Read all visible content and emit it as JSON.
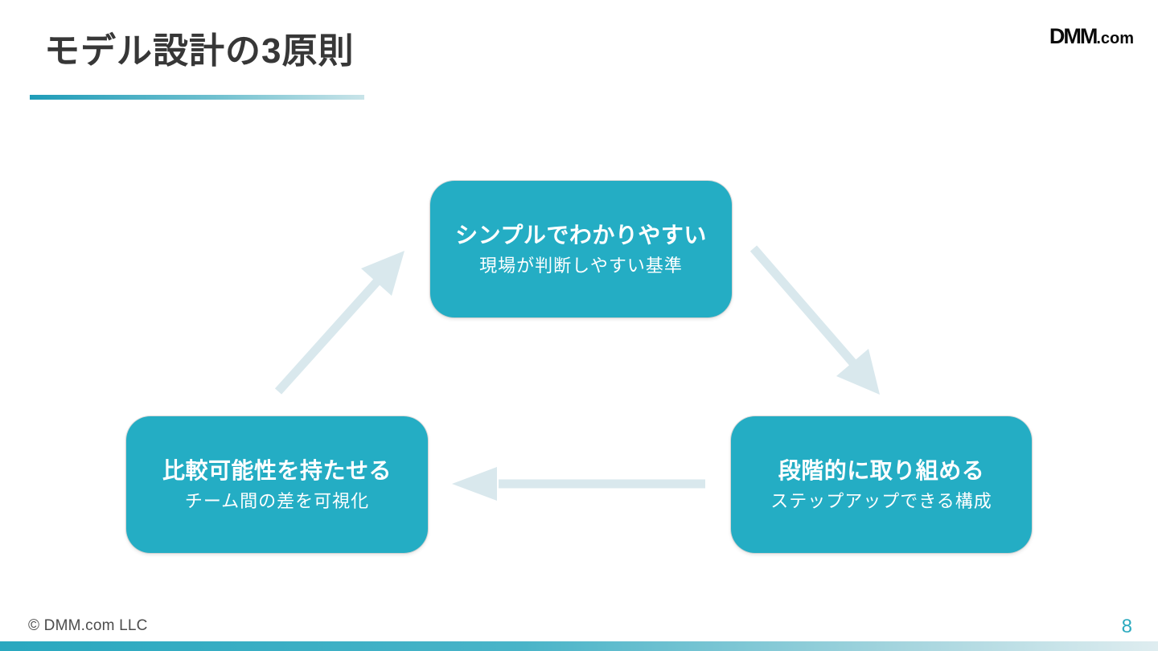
{
  "slide": {
    "title": "モデル設計の3原則",
    "logo": {
      "dmm": "DMM",
      "com": ".com"
    },
    "footer": {
      "copyright": "© DMM.com LLC",
      "page_number": "8"
    },
    "colors": {
      "node_fill": "#24adc4",
      "node_text": "#ffffff",
      "title_text": "#373737",
      "arrow_fill": "#d9e8ed",
      "accent_gradient_start": "#1e9cb8",
      "accent_gradient_end": "#c9e4e9",
      "page_number": "#2caabf"
    },
    "diagram": {
      "type": "cycle",
      "nodes": [
        {
          "id": "top",
          "title": "シンプルでわかりやすい",
          "subtitle": "現場が判断しやすい基準"
        },
        {
          "id": "right",
          "title": "段階的に取り組める",
          "subtitle": "ステップアップできる構成"
        },
        {
          "id": "left",
          "title": "比較可能性を持たせる",
          "subtitle": "チーム間の差を可視化"
        }
      ],
      "arrows": [
        {
          "from": "top",
          "to": "right"
        },
        {
          "from": "right",
          "to": "left"
        },
        {
          "from": "left",
          "to": "top"
        }
      ]
    }
  }
}
